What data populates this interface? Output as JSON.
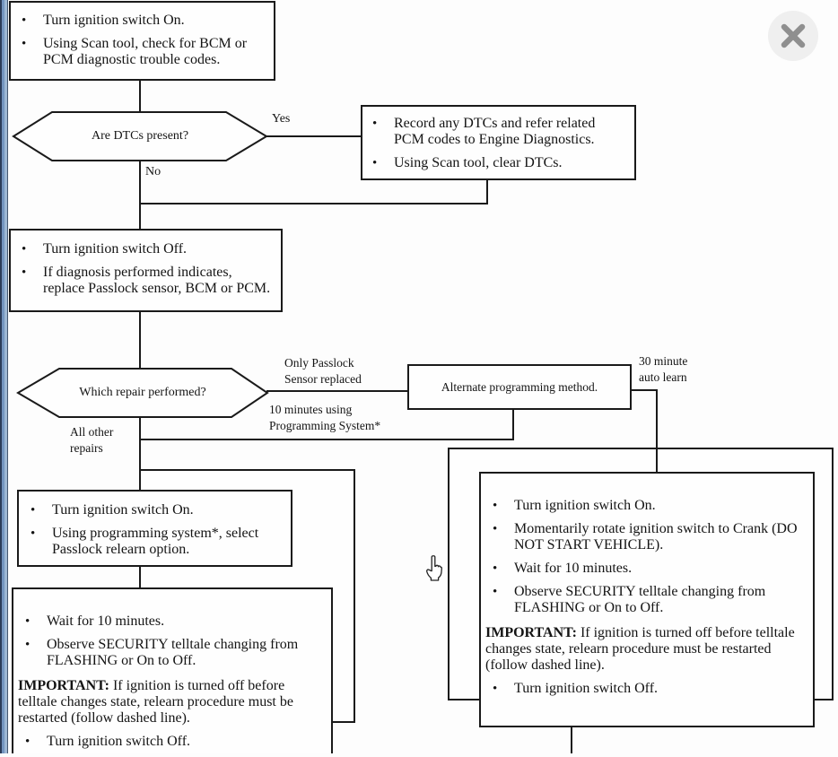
{
  "viewer": {
    "close_icon": "x-icon"
  },
  "flow": {
    "start_box": {
      "items": [
        "Turn ignition switch On.",
        "Using Scan tool, check for BCM or PCM diagnostic trouble codes."
      ]
    },
    "dtc_decision": {
      "question": "Are DTCs present?",
      "yes_label": "Yes",
      "no_label": "No"
    },
    "record_box": {
      "items": [
        "Record any DTCs and refer related PCM codes to Engine Diagnostics.",
        "Using Scan tool, clear DTCs."
      ]
    },
    "replace_box": {
      "items": [
        "Turn ignition switch Off.",
        "If diagnosis performed indicates, replace Passlock sensor, BCM or PCM."
      ]
    },
    "repair_decision": {
      "question": "Which repair performed?",
      "branch_passlock": "Only Passlock\nSensor replaced",
      "branch_ten_min": "10 minutes using\nProgramming System*",
      "branch_thirty_min": "30 minute\nauto learn",
      "branch_all_other": "All other\nrepairs"
    },
    "alt_box": {
      "label": "Alternate programming method."
    },
    "relearn_box": {
      "items": [
        "Turn ignition switch On.",
        "Using programming system*, select Passlock relearn option."
      ]
    },
    "wait_box": {
      "items": [
        "Wait for 10 minutes.",
        "Observe SECURITY telltale changing from FLASHING or On to Off."
      ],
      "important_prefix": "IMPORTANT:",
      "important_text": " If ignition is turned off before telltale changes state, relearn procedure must be restarted (follow dashed line).",
      "final_item": "Turn ignition switch Off."
    },
    "crank_box": {
      "items": [
        "Turn ignition switch On.",
        "Momentarily rotate ignition switch to Crank (DO NOT START VEHICLE).",
        "Wait for 10 minutes.",
        "Observe SECURITY telltale changing from FLASHING or On to Off."
      ],
      "important_prefix": "IMPORTANT:",
      "important_text": " If ignition is turned off before telltale changes state, relearn procedure must be restarted (follow dashed line).",
      "final_item": "Turn ignition switch Off."
    }
  },
  "colors": {
    "line": "#1a1a1a",
    "page": "#fdfdfd",
    "strip_blue": "#7495bf",
    "close_bg": "#efefef",
    "close_glyph": "#8f8f8f"
  }
}
